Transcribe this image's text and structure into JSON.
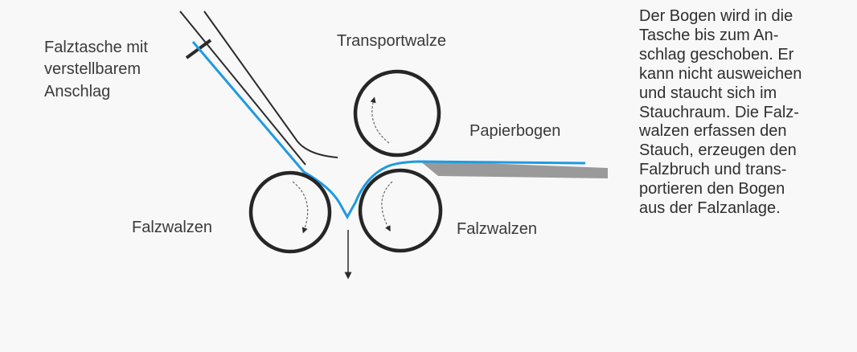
{
  "diagram": {
    "labels": {
      "fold_pocket": [
        "Falztasche mit",
        "verstellbarem",
        "Anschlag"
      ],
      "transport_roller": "Transportwalze",
      "paper_sheet": "Papierbogen",
      "fold_rollers_left": "Falzwalzen",
      "fold_rollers_right": "Falzwalzen"
    },
    "colors": {
      "paper": "#1f9ae0",
      "line": "#2b2b2b",
      "roller": "#262626",
      "table": "#9a9a9a",
      "background": "#f8f8f8"
    },
    "icons": {
      "rotation": "curved-arrow-icon",
      "output": "arrow-down-icon"
    }
  },
  "description": {
    "lines": [
      "Der Bogen wird in die",
      "Tasche bis zum An-",
      "schlag geschoben. Er",
      "kann nicht ausweichen",
      "und staucht sich im",
      "Stauchraum. Die Falz-",
      "walzen erfassen den",
      "Stauch, erzeugen den",
      "Falzbruch und trans-",
      "portieren den Bogen",
      "aus der Falzanlage."
    ]
  }
}
